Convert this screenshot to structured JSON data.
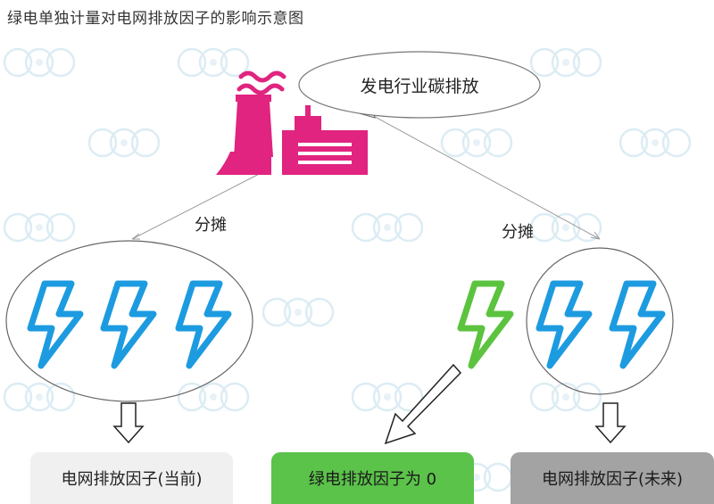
{
  "title": "绿电单独计量对电网排放因子的影响示意图",
  "bubble": {
    "text": "发电行业碳排放"
  },
  "split_labels": [
    "分摊",
    "分摊"
  ],
  "boxes": {
    "left": "电网排放因子(当前)",
    "middle": "绿电排放因子为 0",
    "right": "电网排放因子(未来)"
  },
  "colors": {
    "factory": "#e0247f",
    "bolt_blue": "#1d9be0",
    "bolt_green": "#5cc33f",
    "box_left": "#f0f0f0",
    "box_middle": "#5bc24a",
    "box_right": "#a3a3a3",
    "line": "#9a9a9a"
  },
  "icons": [
    "factory-icon",
    "lightning-bolt-icon",
    "down-arrow-icon",
    "diagonal-arrow-icon",
    "watermark-logo"
  ]
}
